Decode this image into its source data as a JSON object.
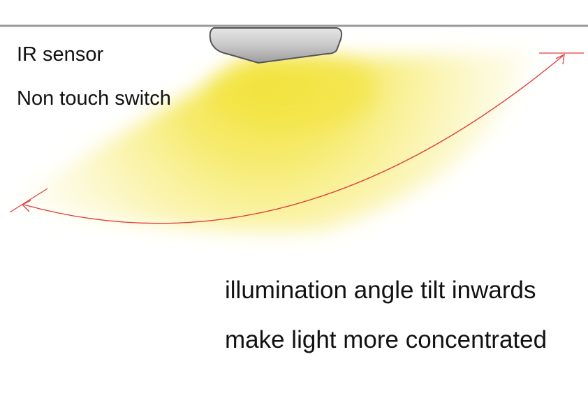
{
  "labels": {
    "sensor_type": "IR sensor",
    "switch_type": "Non touch switch",
    "feature_line1": "illumination angle tilt inwards",
    "feature_line2": "make light more concentrated"
  },
  "colors": {
    "ceiling_line": "#9a9a9a",
    "light_beam": "#f4e64a",
    "angle_arc": "#e23b3b",
    "fixture_body": "#c4c4c4",
    "text": "#111111"
  }
}
